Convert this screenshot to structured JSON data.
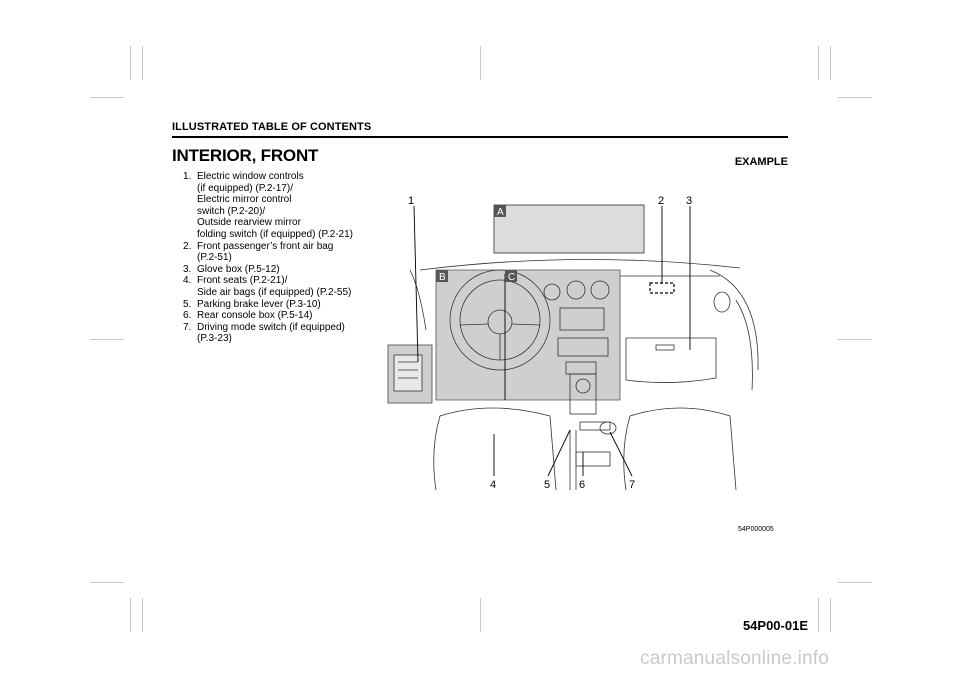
{
  "header": {
    "title": "ILLUSTRATED TABLE OF CONTENTS"
  },
  "section": {
    "title": "INTERIOR, FRONT",
    "example_label": "EXAMPLE"
  },
  "items": [
    {
      "number": "1.",
      "lines": [
        "Electric window controls",
        "(if equipped) (P.2-17)/",
        "Electric mirror control",
        "switch (P.2-20)/",
        "Outside rearview mirror",
        "folding switch (if equipped) (P.2-21)"
      ]
    },
    {
      "number": "2.",
      "lines": [
        "Front passenger’s front air bag",
        "(P.2-51)"
      ]
    },
    {
      "number": "3.",
      "lines": [
        "Glove box (P.5-12)"
      ]
    },
    {
      "number": "4.",
      "lines": [
        "Front seats (P.2-21)/",
        "Side air bags (if equipped) (P.2-55)"
      ]
    },
    {
      "number": "5.",
      "lines": [
        "Parking brake lever (P.3-10)"
      ]
    },
    {
      "number": "6.",
      "lines": [
        "Rear console box (P.5-14)"
      ]
    },
    {
      "number": "7.",
      "lines": [
        "Driving mode switch (if equipped)",
        "(P.3-23)"
      ]
    }
  ],
  "figure": {
    "callouts": [
      "1",
      "2",
      "3",
      "4",
      "5",
      "6",
      "7"
    ],
    "area_labels": [
      "A",
      "B",
      "C"
    ],
    "code": "54P000005"
  },
  "footer": {
    "page_id": "54P00-01E",
    "watermark": "carmanualsonline.info"
  }
}
